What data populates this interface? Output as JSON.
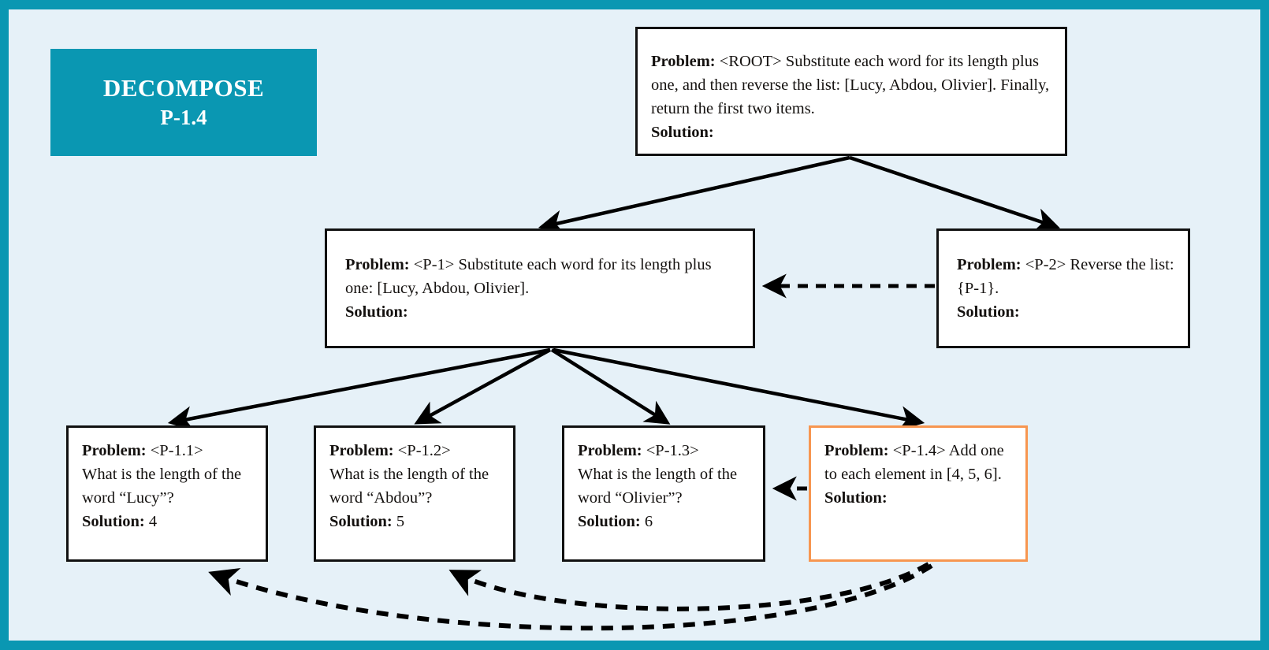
{
  "badge": {
    "title": "DECOMPOSE",
    "subtitle": "P-1.4"
  },
  "colors": {
    "frame": "#0a97b2",
    "canvas_background": "#e6f1f8",
    "badge_background": "#0a97b2",
    "badge_text": "#ffffff",
    "node_border": "#111111",
    "node_background": "#ffffff",
    "highlight_border": "#f79650",
    "edge": "#000000"
  },
  "nodes": {
    "root": {
      "problem_label": "Problem:",
      "tag": "<ROOT>",
      "problem_text": "Substitute each word for its length plus one, and then reverse the list: [Lucy, Abdou, Olivier]. Finally, return the first two items.",
      "solution_label": "Solution:",
      "solution_value": ""
    },
    "p1": {
      "problem_label": "Problem:",
      "tag": "<P-1>",
      "problem_text": "Substitute each word for its length plus one: [Lucy, Abdou, Olivier].",
      "solution_label": "Solution:",
      "solution_value": ""
    },
    "p2": {
      "problem_label": "Problem:",
      "tag": "<P-2>",
      "problem_text": "Reverse the list: {P-1}.",
      "solution_label": "Solution:",
      "solution_value": ""
    },
    "p11": {
      "problem_label": "Problem:",
      "tag": "<P-1.1>",
      "problem_text": "What is the length of the word “Lucy”?",
      "solution_label": "Solution:",
      "solution_value": "4"
    },
    "p12": {
      "problem_label": "Problem:",
      "tag": "<P-1.2>",
      "problem_text": "What is the length of the word “Abdou”?",
      "solution_label": "Solution:",
      "solution_value": "5"
    },
    "p13": {
      "problem_label": "Problem:",
      "tag": "<P-1.3>",
      "problem_text": "What is the length of the word “Olivier”?",
      "solution_label": "Solution:",
      "solution_value": "6"
    },
    "p14": {
      "problem_label": "Problem:",
      "tag": "<P-1.4>",
      "problem_text": "Add one to each element in [4, 5, 6].",
      "solution_label": "Solution:",
      "solution_value": "",
      "highlighted": true
    }
  },
  "edges": [
    {
      "from": "root",
      "to": "p1",
      "style": "solid"
    },
    {
      "from": "root",
      "to": "p2",
      "style": "solid"
    },
    {
      "from": "p1",
      "to": "p11",
      "style": "solid"
    },
    {
      "from": "p1",
      "to": "p12",
      "style": "solid"
    },
    {
      "from": "p1",
      "to": "p13",
      "style": "solid"
    },
    {
      "from": "p1",
      "to": "p14",
      "style": "solid"
    },
    {
      "from": "p2",
      "to": "p1",
      "style": "dashed"
    },
    {
      "from": "p14",
      "to": "p13",
      "style": "dashed"
    },
    {
      "from": "p14",
      "to": "p12",
      "style": "dashed-curved"
    },
    {
      "from": "p14",
      "to": "p11",
      "style": "dashed-curved"
    }
  ]
}
